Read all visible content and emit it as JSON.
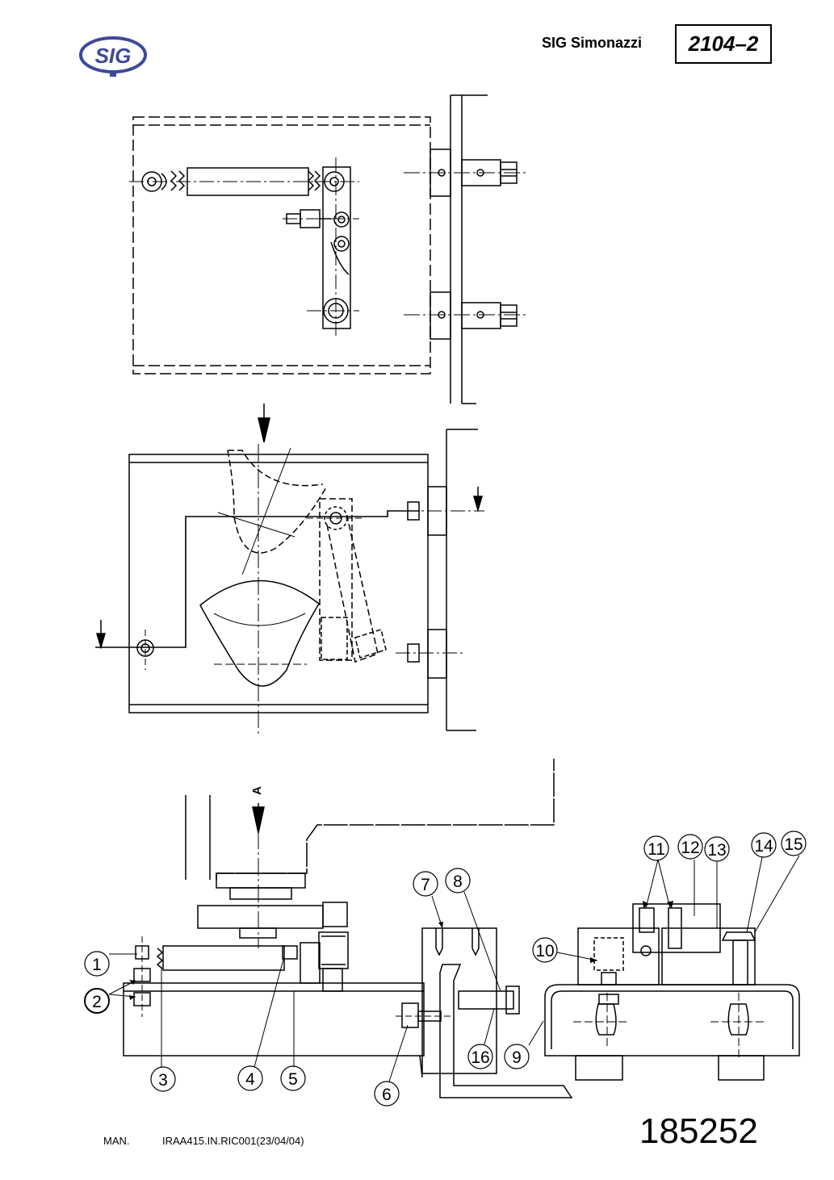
{
  "header": {
    "brand": "SIG Simonazzi",
    "code": "2104–2",
    "logo_text": "SIG"
  },
  "view_label": "A",
  "callouts": [
    "1",
    "2",
    "3",
    "4",
    "5",
    "6",
    "7",
    "8",
    "9",
    "10",
    "11",
    "12",
    "13",
    "14",
    "15",
    "16"
  ],
  "footer": {
    "man": "MAN.",
    "ref": "IRAA415.IN.RIC001(23/04/04)",
    "number": "185252"
  },
  "colors": {
    "ink": "#000000",
    "logo_blue": "#3b4a9c",
    "paper": "#ffffff"
  }
}
